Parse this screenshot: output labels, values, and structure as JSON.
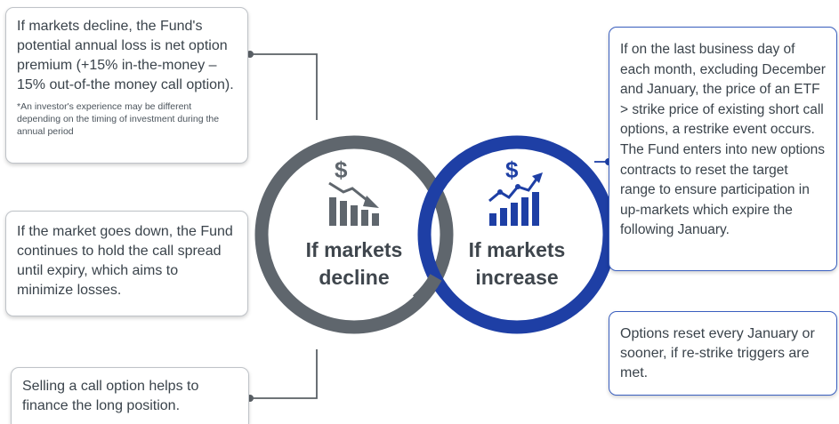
{
  "left_boxes": {
    "loss": {
      "text": "If markets decline, the Fund's potential annual loss is net option premium (+15% in-the-money – 15% out-of-the money call option).",
      "note": "*An investor's experience may be different depending on the timing of investment during the annual period"
    },
    "hold": {
      "text": "If the market goes down, the Fund continues to hold the call spread until expiry, which aims to minimize losses."
    },
    "selling": {
      "text": "Selling a call option helps to finance the long position."
    }
  },
  "right_boxes": {
    "restrike": {
      "text": "If on the last business day of each month, excluding December and January, the price of an ETF > strike price of existing short call options, a restrike event occurs. The Fund enters into new options contracts to reset the target range to ensure participation in up-markets which expire the following January."
    },
    "reset": {
      "text": "Options reset every January or sooner, if re-strike triggers are met."
    }
  },
  "rings": {
    "decline": {
      "line1": "If markets",
      "line2": "decline",
      "icon": "dollar-bars-down-icon",
      "color": "#5f666d"
    },
    "increase": {
      "line1": "If markets",
      "line2": "increase",
      "icon": "dollar-bars-up-icon",
      "color": "#1e3fa5"
    }
  },
  "colors": {
    "accent_blue": "#1e3fa5",
    "ring_gray": "#5f666d",
    "connector": "#5a6066",
    "box_border": "#bfc3c8"
  }
}
